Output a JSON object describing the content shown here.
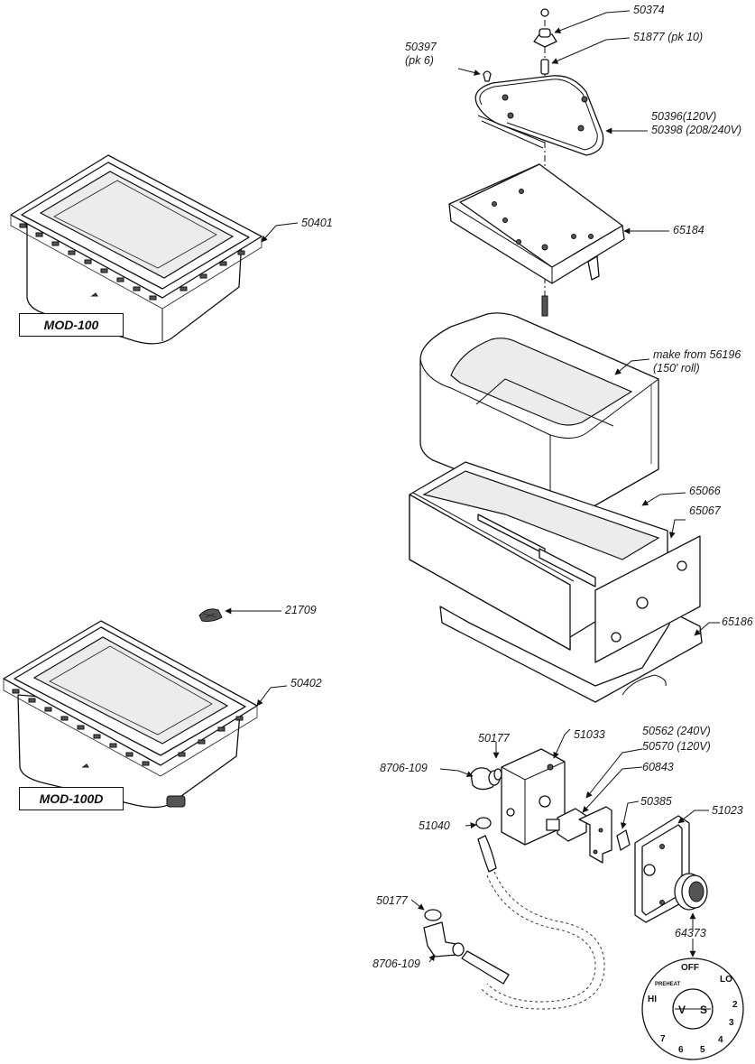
{
  "models": {
    "mod_100": "MOD-100",
    "mod_100d": "MOD-100D"
  },
  "labels": {
    "p50401": "50401",
    "p21709": "21709",
    "p50402": "50402",
    "p50374": "50374",
    "p50397": "50397",
    "p50397_pk": "(pk 6)",
    "p51877": "51877 (pk 10)",
    "p50396": "50396(120V)",
    "p50398": "50398 (208/240V)",
    "p65184": "65184",
    "p_make": "make from 56196",
    "p_roll": "(150' roll)",
    "p65066": "65066",
    "p65067": "65067",
    "p65186": "65186",
    "p50177_a": "50177",
    "p51033": "51033",
    "p50562": "50562 (240V)",
    "p50570": "50570 (120V)",
    "p8706_a": "8706-109",
    "p60843": "60843",
    "p50385": "50385",
    "p51023": "51023",
    "p51040": "51040",
    "p50177_b": "50177",
    "p64373": "64373",
    "p8706_b": "8706-109"
  },
  "dial": {
    "off": "OFF",
    "lo": "LO",
    "hi": "HI",
    "preheat": "PREHEAT",
    "v": "V",
    "s": "S",
    "numbers": [
      "2",
      "3",
      "4",
      "5",
      "6",
      "7"
    ]
  }
}
